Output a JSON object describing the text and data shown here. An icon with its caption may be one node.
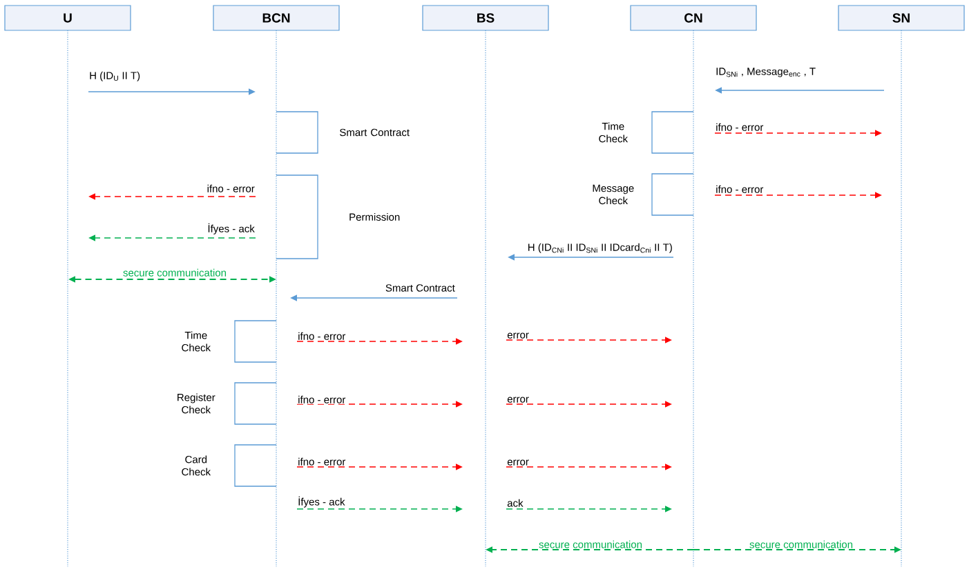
{
  "diagram": {
    "nodes": [
      {
        "text": [
          "U"
        ]
      },
      {
        "text": [
          "BCN"
        ]
      },
      {
        "text": [
          "BS"
        ]
      },
      {
        "text": [
          "CN"
        ]
      },
      {
        "text": [
          "SN"
        ]
      },
      {
        "text": [
          "Smart Contract"
        ]
      },
      {
        "text": [
          "Time Check"
        ]
      },
      {
        "text": [
          "Message Check"
        ]
      },
      {
        "text": [
          "Permission"
        ]
      },
      {
        "text": [
          "Time Check"
        ]
      },
      {
        "text": [
          "Register Check"
        ]
      },
      {
        "text": [
          "Card Check"
        ]
      }
    ],
    "edges": [
      {
        "from": 0,
        "to": 1,
        "arrow": "to",
        "label": "H (ID$_{U}$ II T)",
        "color": "#5b9bd5"
      },
      {
        "from": 4,
        "to": 3,
        "arrow": "to",
        "label": "ID$_{SNi}$ , Message$_{enc}$ , T",
        "color": "#5b9bd5"
      },
      {
        "from": 3,
        "to": 4,
        "arrow": "to",
        "label": "ifno - error",
        "style": "dashed"
      },
      {
        "from": 1,
        "to": 0,
        "arrow": "to",
        "label": "ifno - error",
        "style": "dashed"
      },
      {
        "from": 3,
        "to": 4,
        "arrow": "to",
        "label": "ifno - error",
        "style": "dashed"
      },
      {
        "from": 1,
        "to": 0,
        "arrow": "to",
        "label": "İfyes - ack",
        "style": "dashed",
        "color": "#00b050"
      },
      {
        "from": 3,
        "to": 2,
        "arrow": "to",
        "label": "H (ID$_{CNi}$ II ID$_{SNi}$ II IDcard$_{Cni}$ II T)",
        "color": "#5b9bd5"
      },
      {
        "from": 0,
        "to": 1,
        "arrow": "both",
        "label": "secure communication",
        "style": "dashed",
        "color": "#00b050"
      },
      {
        "from": 2,
        "to": 1,
        "arrow": "to",
        "label": "Smart Contract",
        "color": "#5b9bd5"
      },
      {
        "from": 1,
        "to": 2,
        "arrow": "to",
        "label": "ifno - error",
        "style": "dashed"
      },
      {
        "from": 2,
        "to": 3,
        "arrow": "to",
        "label": "error",
        "style": "dashed"
      },
      {
        "from": 1,
        "to": 2,
        "arrow": "to",
        "label": "ifno - error",
        "style": "dashed"
      },
      {
        "from": 2,
        "to": 3,
        "arrow": "to",
        "label": "error",
        "style": "dashed"
      },
      {
        "from": 1,
        "to": 2,
        "arrow": "to",
        "label": "ifno - error",
        "style": "dashed"
      },
      {
        "from": 2,
        "to": 3,
        "arrow": "to",
        "label": "error",
        "style": "dashed"
      },
      {
        "from": 1,
        "to": 2,
        "arrow": "to",
        "label": "İfyes - ack",
        "style": "dashed",
        "color": "#00b050"
      },
      {
        "from": 2,
        "to": 3,
        "arrow": "to",
        "label": "ack",
        "style": "dashed",
        "color": "#00b050"
      },
      {
        "from": 3,
        "to": 2,
        "arrow": "to",
        "label": "secure communication",
        "style": "dashed",
        "color": "#00b050"
      },
      {
        "from": 3,
        "to": 4,
        "arrow": "to",
        "label": "secure communication",
        "style": "dashed",
        "color": "#00b050"
      }
    ]
  }
}
